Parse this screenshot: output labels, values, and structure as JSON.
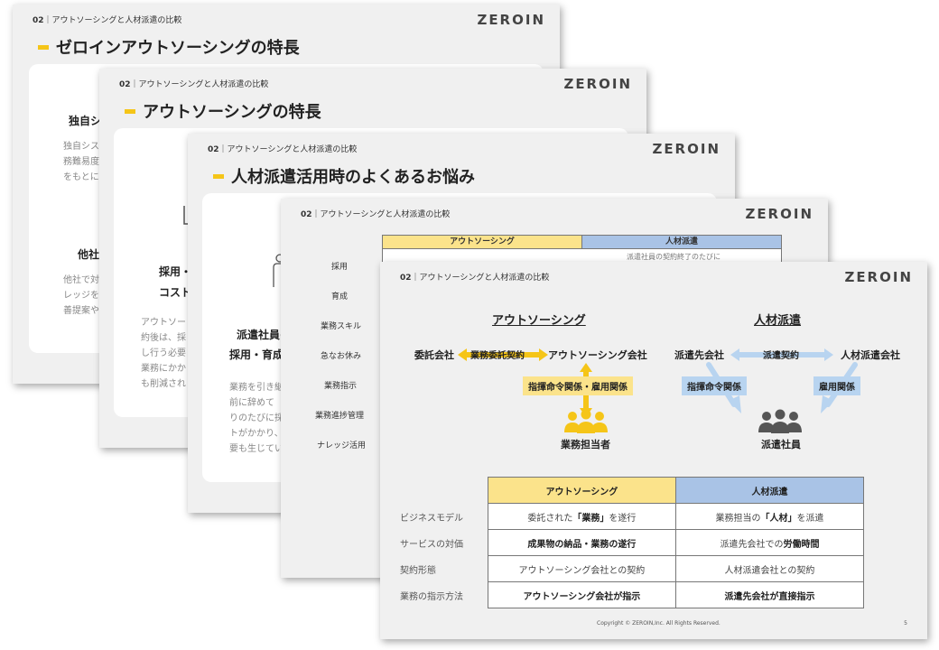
{
  "slide1": {
    "header_num": "02",
    "header_text": "｜アウトソーシングと人材派遣の比較",
    "logo": "ZEROIN",
    "title": "ゼロインアウトソーシングの特長",
    "item1_title": "独自シ",
    "item1_lines": [
      "独自シス",
      "務難易度",
      "をもとに"
    ],
    "item2_title": "他社",
    "item2_lines": [
      "他社で対",
      "レッジを",
      "善提案や"
    ]
  },
  "slide2": {
    "header_num": "02",
    "header_text": "｜アウトソーシングと人材派遣の比較",
    "logo": "ZEROIN",
    "title": "アウトソーシングの特長",
    "item_title_1": "採用・",
    "item_title_2": "コスト",
    "lines": [
      "アウトソー",
      "約後は、採",
      "し行う必要",
      "業務にかか",
      "も削減され"
    ]
  },
  "slide3": {
    "header_num": "02",
    "header_text": "｜アウトソーシングと人材派遣の比較",
    "logo": "ZEROIN",
    "title": "人材派遣活用時のよくあるお悩み",
    "item_title_1": "派遣社員の",
    "item_title_2": "採用・育成",
    "lines": [
      "業務を引き継",
      "前に辞めて",
      "りのたびに採",
      "トがかかり、",
      "要も生じてい"
    ]
  },
  "slide4": {
    "header_num": "02",
    "header_text": "｜アウトソーシングと人材派遣の比較",
    "logo": "ZEROIN",
    "col_out": "アウトソーシング",
    "col_haken": "人材派遣",
    "cell_peek": "派遣社員の契約終了のたびに",
    "rows": [
      "採用",
      "育成",
      "業務スキル",
      "急なお休み",
      "業務指示",
      "業務進捗管理",
      "ナレッジ活用"
    ]
  },
  "slide5": {
    "header_num": "02",
    "header_text": "｜アウトソーシングと人材派遣の比較",
    "logo": "ZEROIN",
    "outsourcing_heading": "アウトソーシング",
    "haken_heading": "人材派遣",
    "out_client": "委託会社",
    "out_contract": "業務委託契約",
    "out_company": "アウトソーシング会社",
    "out_relation": "指揮命令関係・雇用関係",
    "out_staff": "業務担当者",
    "haken_client": "派遣先会社",
    "haken_contract": "派遣契約",
    "haken_company": "人材派遣会社",
    "haken_command": "指揮命令関係",
    "haken_employ": "雇用関係",
    "haken_staff": "派遣社員",
    "table": {
      "head_out": "アウトソーシング",
      "head_haken": "人材派遣",
      "rows": [
        {
          "label": "ビジネスモデル",
          "out_pre": "委託された",
          "out_bold": "「業務」",
          "out_post": "を遂行",
          "haken_pre": "業務担当の",
          "haken_bold": "「人材」",
          "haken_post": "を派遣"
        },
        {
          "label": "サービスの対価",
          "out_pre": "",
          "out_bold": "成果物の納品・業務の遂行",
          "out_post": "",
          "haken_pre": "派遣先会社での",
          "haken_bold": "労働時間",
          "haken_post": ""
        },
        {
          "label": "契約形態",
          "out_pre": "アウトソーシング会社との契約",
          "out_bold": "",
          "out_post": "",
          "haken_pre": "人材派遣会社との契約",
          "haken_bold": "",
          "haken_post": ""
        },
        {
          "label": "業務の指示方法",
          "out_pre": "",
          "out_bold": "アウトソーシング会社が指示",
          "out_post": "",
          "haken_pre": "",
          "haken_bold": "派遣先会社が直接指示",
          "haken_post": ""
        }
      ]
    },
    "copyright": "Copyright © ZEROIN,Inc. All Rights Reserved.",
    "page_number": "5"
  },
  "colors": {
    "yellow": "#f5c518",
    "yellow_light": "#fbe38b",
    "blue_light": "#b8d4f0",
    "blue_head": "#a9c3e6"
  }
}
